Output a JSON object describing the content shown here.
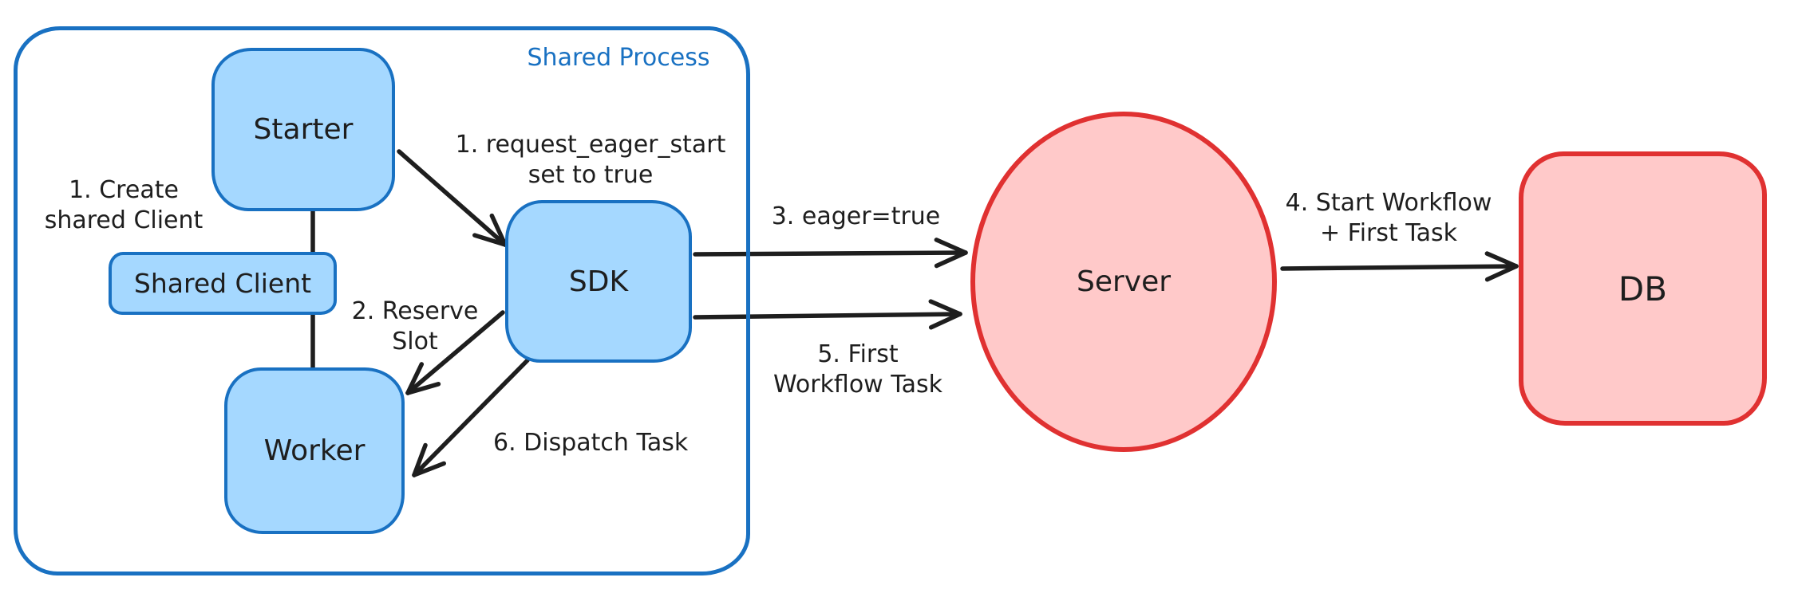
{
  "container": {
    "label": "Shared Process"
  },
  "nodes": {
    "starter": "Starter",
    "shared_client": "Shared Client",
    "worker": "Worker",
    "sdk": "SDK",
    "server": "Server",
    "db": "DB"
  },
  "edges": {
    "create_shared_client": "1. Create\nshared Client",
    "request_eager_start": "1. request_eager_start\nset to true",
    "reserve_slot": "2. Reserve\nSlot",
    "eager_true": "3. eager=true",
    "start_workflow": "4. Start Workflow\n+ First Task",
    "first_workflow_task": "5. First\nWorkflow Task",
    "dispatch_task": "6. Dispatch Task"
  },
  "colors": {
    "canvas_bg": "#ffffff",
    "ink": "#1e1e1e",
    "blue_stroke": "#1971c2",
    "blue_fill": "#a5d8ff",
    "red_stroke": "#e03131",
    "red_fill": "#ffc9c9"
  }
}
